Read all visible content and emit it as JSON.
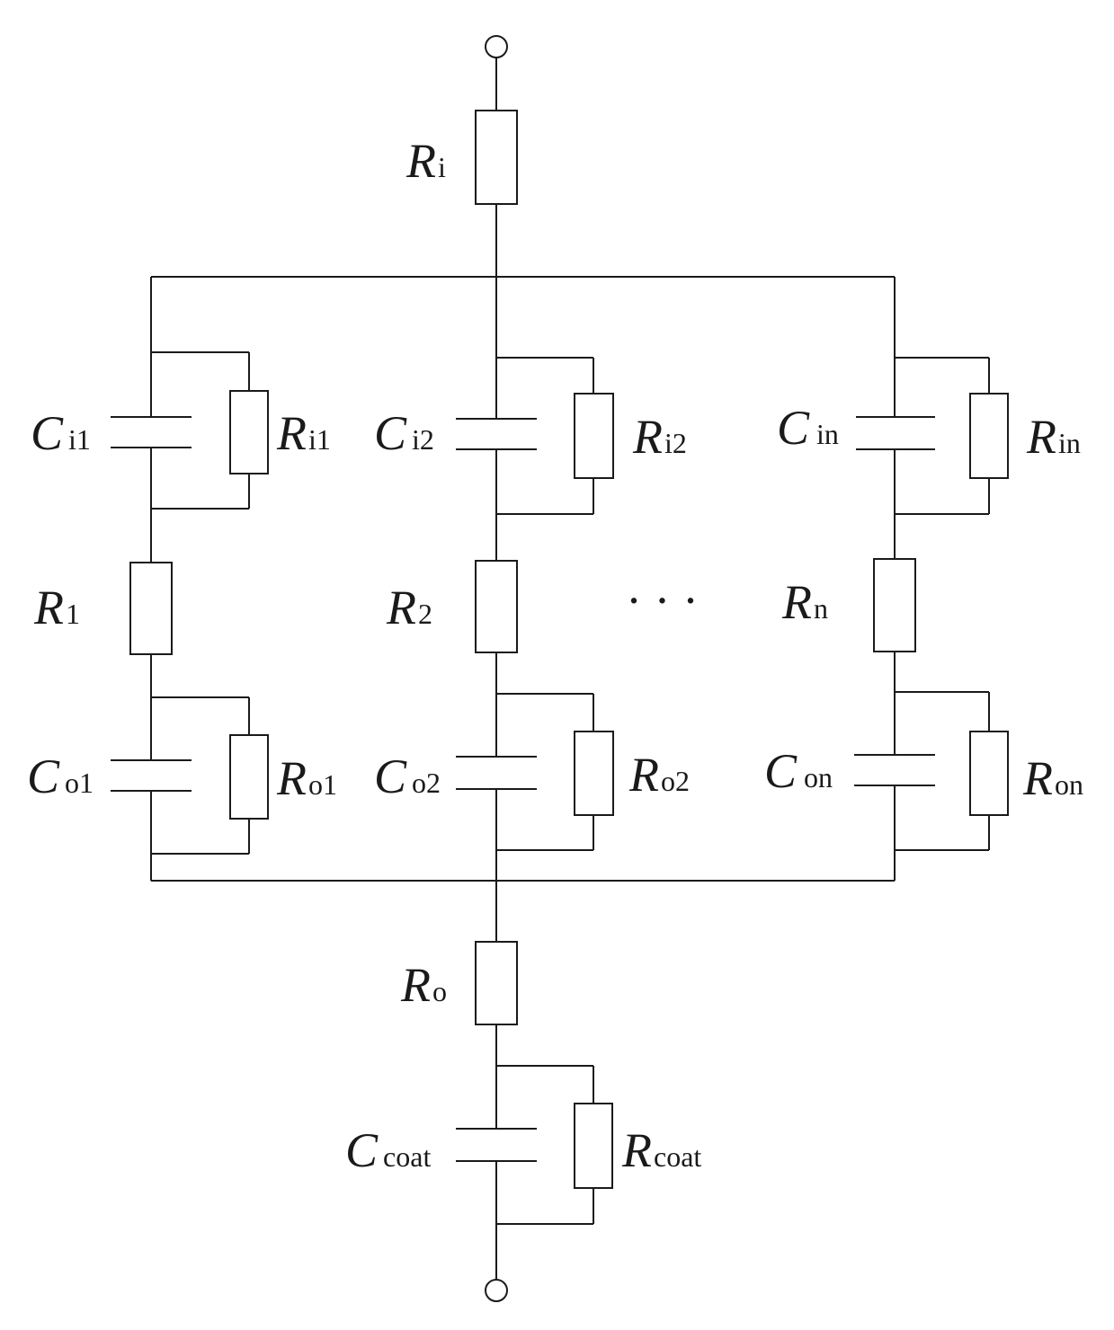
{
  "labels": {
    "Ri": {
      "main": "R",
      "sub": "i"
    },
    "Ci1": {
      "main": "C",
      "sub": "i1"
    },
    "Ri1": {
      "main": "R",
      "sub": "i1"
    },
    "Ci2": {
      "main": "C",
      "sub": "i2"
    },
    "Ri2": {
      "main": "R",
      "sub": "i2"
    },
    "Cin": {
      "main": "C",
      "sub": "in"
    },
    "Rin": {
      "main": "R",
      "sub": "in"
    },
    "R1": {
      "main": "R",
      "sub": "1"
    },
    "R2": {
      "main": "R",
      "sub": "2"
    },
    "Rn": {
      "main": "R",
      "sub": "n"
    },
    "Co1": {
      "main": "C",
      "sub": "o1"
    },
    "Ro1": {
      "main": "R",
      "sub": "o1"
    },
    "Co2": {
      "main": "C",
      "sub": "o2"
    },
    "Ro2": {
      "main": "R",
      "sub": "o2"
    },
    "Con": {
      "main": "C",
      "sub": "on"
    },
    "Ron": {
      "main": "R",
      "sub": "on"
    },
    "Ro": {
      "main": "R",
      "sub": "o"
    },
    "Ccoat": {
      "main": "C",
      "sub": "coat"
    },
    "Rcoat": {
      "main": "R",
      "sub": "coat"
    }
  },
  "ellipsis": "· · ·"
}
